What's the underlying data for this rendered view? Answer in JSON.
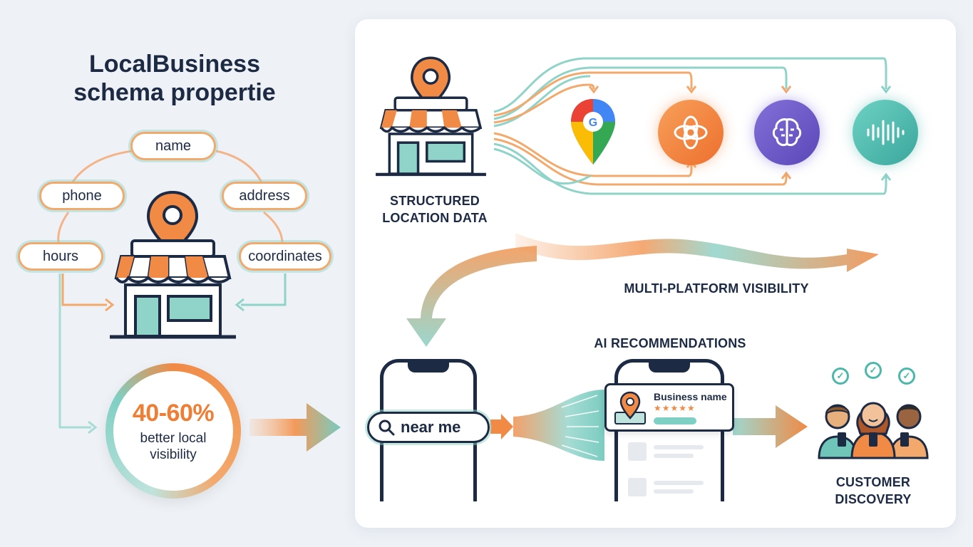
{
  "left": {
    "title": "LocalBusiness\nschema propertie",
    "properties": [
      "name",
      "phone",
      "address",
      "hours",
      "coordinates"
    ],
    "stat": {
      "value": "40-60%",
      "label": "better local visibility"
    }
  },
  "panel": {
    "structured_caption": "STRUCTURED LOCATION DATA",
    "multi_caption": "MULTI-PLATFORM VISIBILITY",
    "ai_caption": "AI RECOMMENDATIONS",
    "customer_caption": "CUSTOMER DISCOVERY",
    "platforms": [
      "google-maps-icon",
      "chatgpt-icon",
      "ai-brain-icon",
      "voice-assistant-icon"
    ],
    "search_text": "near me",
    "business_card": {
      "name": "Business name",
      "stars": "★★★★★"
    }
  },
  "colors": {
    "orange": "#f08a45",
    "teal": "#7fcfc3",
    "navy": "#1d2a44"
  }
}
